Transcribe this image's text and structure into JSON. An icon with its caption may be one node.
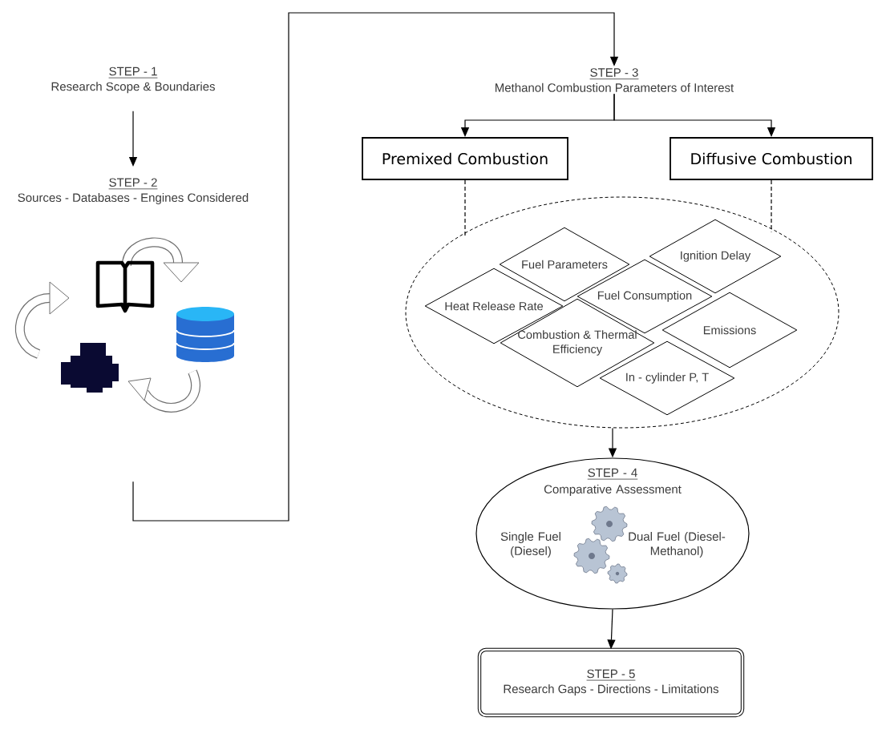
{
  "diagram": {
    "nodes": [
      {
        "text": [
          "STEP - 1",
          "Research Scope & Boundaries"
        ]
      },
      {
        "text": [
          "STEP - 2",
          "Sources - Databases - Engines Considered"
        ]
      },
      {
        "text": [
          "STEP - 3",
          "Methanol Combustion Parameters of Interest"
        ]
      },
      {
        "text": [
          "Premixed Combustion"
        ]
      },
      {
        "text": [
          "Diffusive Combustion"
        ]
      },
      {
        "text": [],
        "shape": "ellipse"
      },
      {
        "text": [
          "Fuel Parameters"
        ],
        "in": 5
      },
      {
        "text": [
          "Ignition Delay"
        ],
        "in": 5
      },
      {
        "text": [
          "Heat Release Rate"
        ],
        "in": 5
      },
      {
        "text": [
          "Fuel Consumption"
        ],
        "in": 5
      },
      {
        "text": [
          "Combustion & Thermal Efficiency"
        ],
        "in": 5
      },
      {
        "text": [
          "Emissions"
        ],
        "in": 5
      },
      {
        "text": [
          "In - cylinder P, T"
        ],
        "in": 5
      },
      {
        "text": [
          "STEP - 4",
          "Comparative Assessment",
          "Single Fuel (Diesel)",
          "Dual Fuel (Diesel- Methanol)"
        ]
      },
      {
        "text": [
          "STEP - 5",
          "Research Gaps - Directions - Limitations"
        ]
      }
    ],
    "edges": [
      {
        "from": 0,
        "to": 1,
        "arrow": "to"
      },
      {
        "from": 1,
        "to": 2,
        "arrow": "to"
      },
      {
        "from": 2,
        "to": 3,
        "arrow": "to"
      },
      {
        "from": 2,
        "to": 4,
        "arrow": "to"
      },
      {
        "from": 3,
        "to": 5,
        "arrow": "none",
        "style": "dashed"
      },
      {
        "from": 4,
        "to": 5,
        "arrow": "none",
        "style": "dashed"
      },
      {
        "from": 5,
        "to": 13,
        "arrow": "to"
      },
      {
        "from": 13,
        "to": 14,
        "arrow": "to"
      }
    ]
  }
}
